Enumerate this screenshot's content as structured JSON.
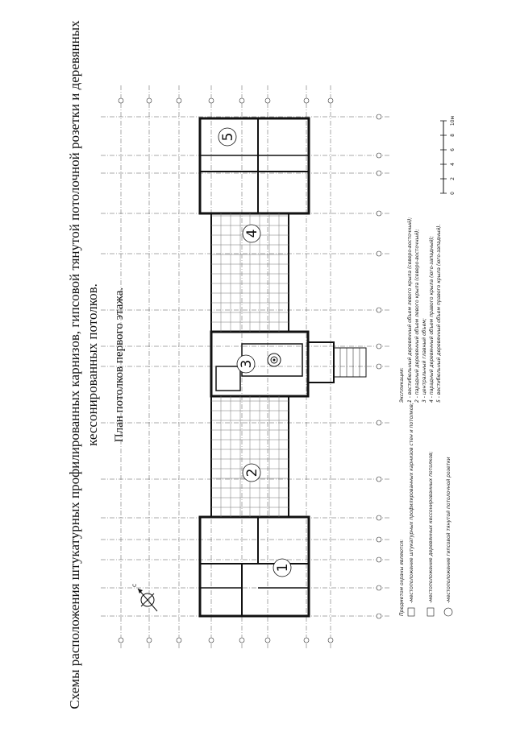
{
  "header": {
    "title_line1": "Схемы расположения штукатурных профилированных карнизов, гипсовой тянутой потолочной розетки и деревянных",
    "title_line2": "кессонированных потолков.",
    "subtitle": "План потолков первого этажа."
  },
  "rooms": [
    {
      "label": "1"
    },
    {
      "label": "2"
    },
    {
      "label": "3"
    },
    {
      "label": "4"
    },
    {
      "label": "5"
    }
  ],
  "legend": {
    "heading": "Предметом охраны являются:",
    "items": [
      {
        "text": "-местоположение штукатурных профилированных карнизов стен и потолков;"
      },
      {
        "text": "-местоположение деревянных кессонированных потолков;"
      },
      {
        "text": "-местоположение гипсовой тянутой потолочной розетки"
      }
    ]
  },
  "explication": {
    "heading": "Экспликация:",
    "items": [
      {
        "text": "1 - вестибюльный деревянный объем левого крыла (северо-восточный);"
      },
      {
        "text": "2 - парадный деревянный объем левого крыла (северо-восточный);"
      },
      {
        "text": "3 - центральный главный объем;"
      },
      {
        "text": "4 - парадный деревянный объем правого крыла (юго-западный);"
      },
      {
        "text": "5 - вестибюльный деревянный объем правого крыла (юго-западный)."
      }
    ]
  },
  "scale": {
    "ticks": [
      "0",
      "2",
      "4",
      "6",
      "8",
      "10м"
    ]
  },
  "north": {
    "label": "С"
  }
}
